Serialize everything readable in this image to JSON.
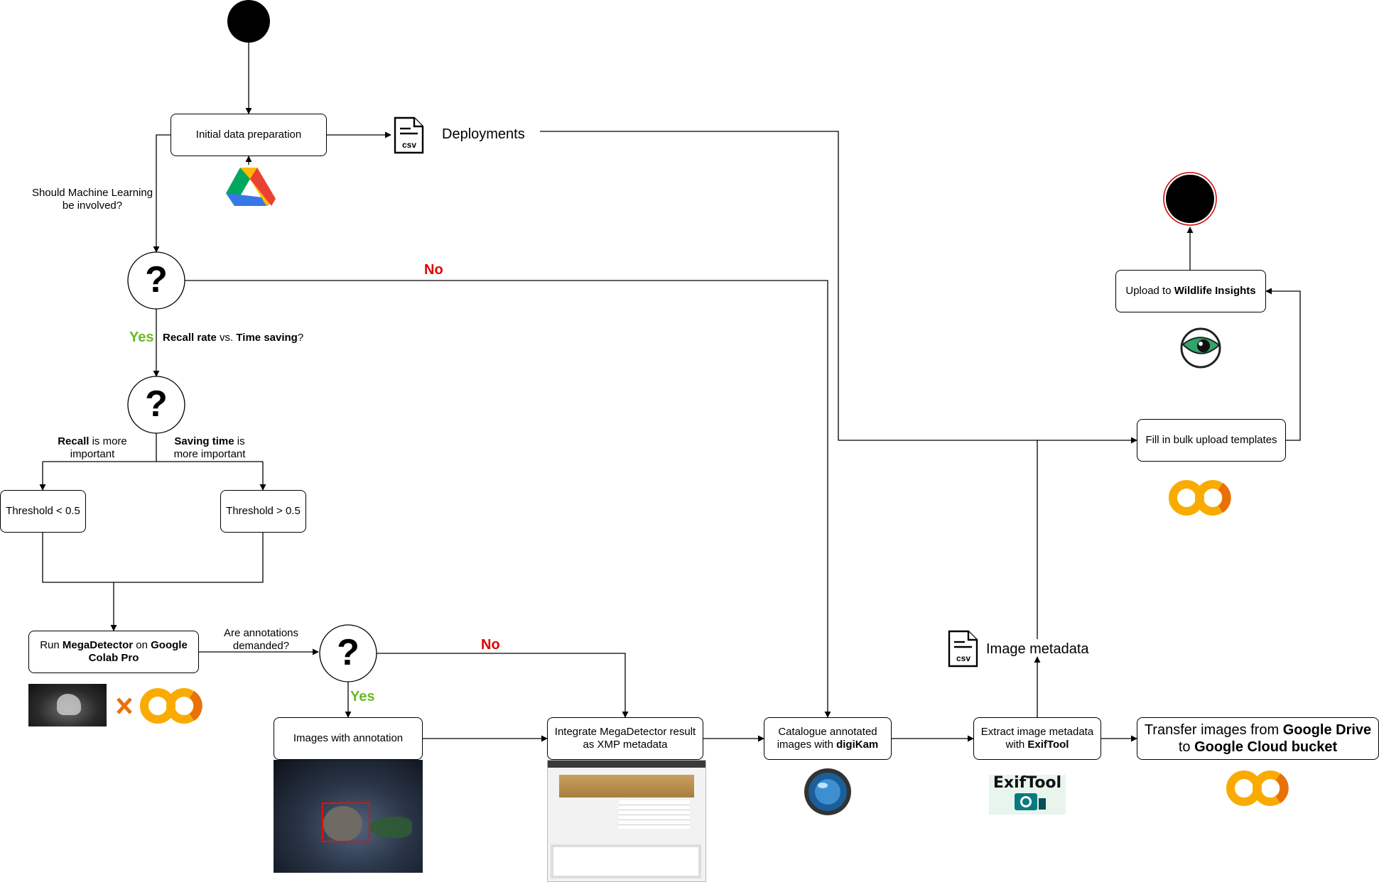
{
  "nodes": {
    "initial_prep": "Initial data preparation",
    "threshold_low": "Threshold < 0.5",
    "threshold_high": "Threshold > 0.5",
    "run_md": {
      "a": "Run ",
      "b": "MegaDetector",
      "c": " on ",
      "d": "Google Colab Pro"
    },
    "images_annot": "Images with annotation",
    "integrate": "Integrate MegaDetector result as XMP metadata",
    "catalogue": {
      "a": "Catalogue annotated images with ",
      "b": "digiKam"
    },
    "extract": {
      "a": "Extract image metadata with ",
      "b": "ExifTool"
    },
    "transfer": {
      "a": "Transfer images from ",
      "b": "Google Drive",
      "c": " to ",
      "d": "Google Cloud bucket"
    },
    "bulk": "Fill in bulk upload templates",
    "upload": {
      "a": "Upload to ",
      "b": "Wildlife Insights"
    }
  },
  "labels": {
    "ml_question": "Should Machine Learning be involved?",
    "no_top": "No",
    "yes_top": "Yes",
    "recall_vs": {
      "a": "Recall rate",
      "b": " vs. ",
      "c": "Time saving",
      "d": "?"
    },
    "recall_important": {
      "a": "Recall",
      "b": " is more important"
    },
    "saving_important": {
      "a": "Saving time",
      "b": " is more important"
    },
    "annot_question": "Are annotations demanded?",
    "no_bottom": "No",
    "yes_bottom": "Yes",
    "decision_mark": "?"
  },
  "files": {
    "csv_icon_text": "csv",
    "deployments": "Deployments",
    "image_metadata": "Image metadata"
  },
  "logos": {
    "exiftool": "ExifTool",
    "times": "x"
  },
  "colors": {
    "no": "#e00000",
    "yes": "#66bb22",
    "colab_orange": "#f9ab00",
    "colab_dark": "#e8710a",
    "end_ring": "#cc0000"
  }
}
